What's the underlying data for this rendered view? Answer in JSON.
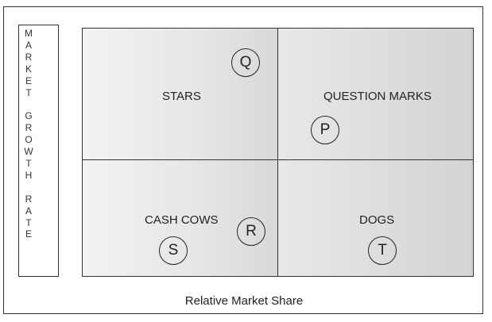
{
  "y_axis_label": "MARKET GROWTH RATE",
  "x_axis_label": "Relative Market Share",
  "quadrants": {
    "top_left": "STARS",
    "top_right": "QUESTION MARKS",
    "bottom_left": "CASH COWS",
    "bottom_right": "DOGS"
  },
  "markers": {
    "q": "Q",
    "p": "P",
    "r": "R",
    "s": "S",
    "t": "T"
  }
}
